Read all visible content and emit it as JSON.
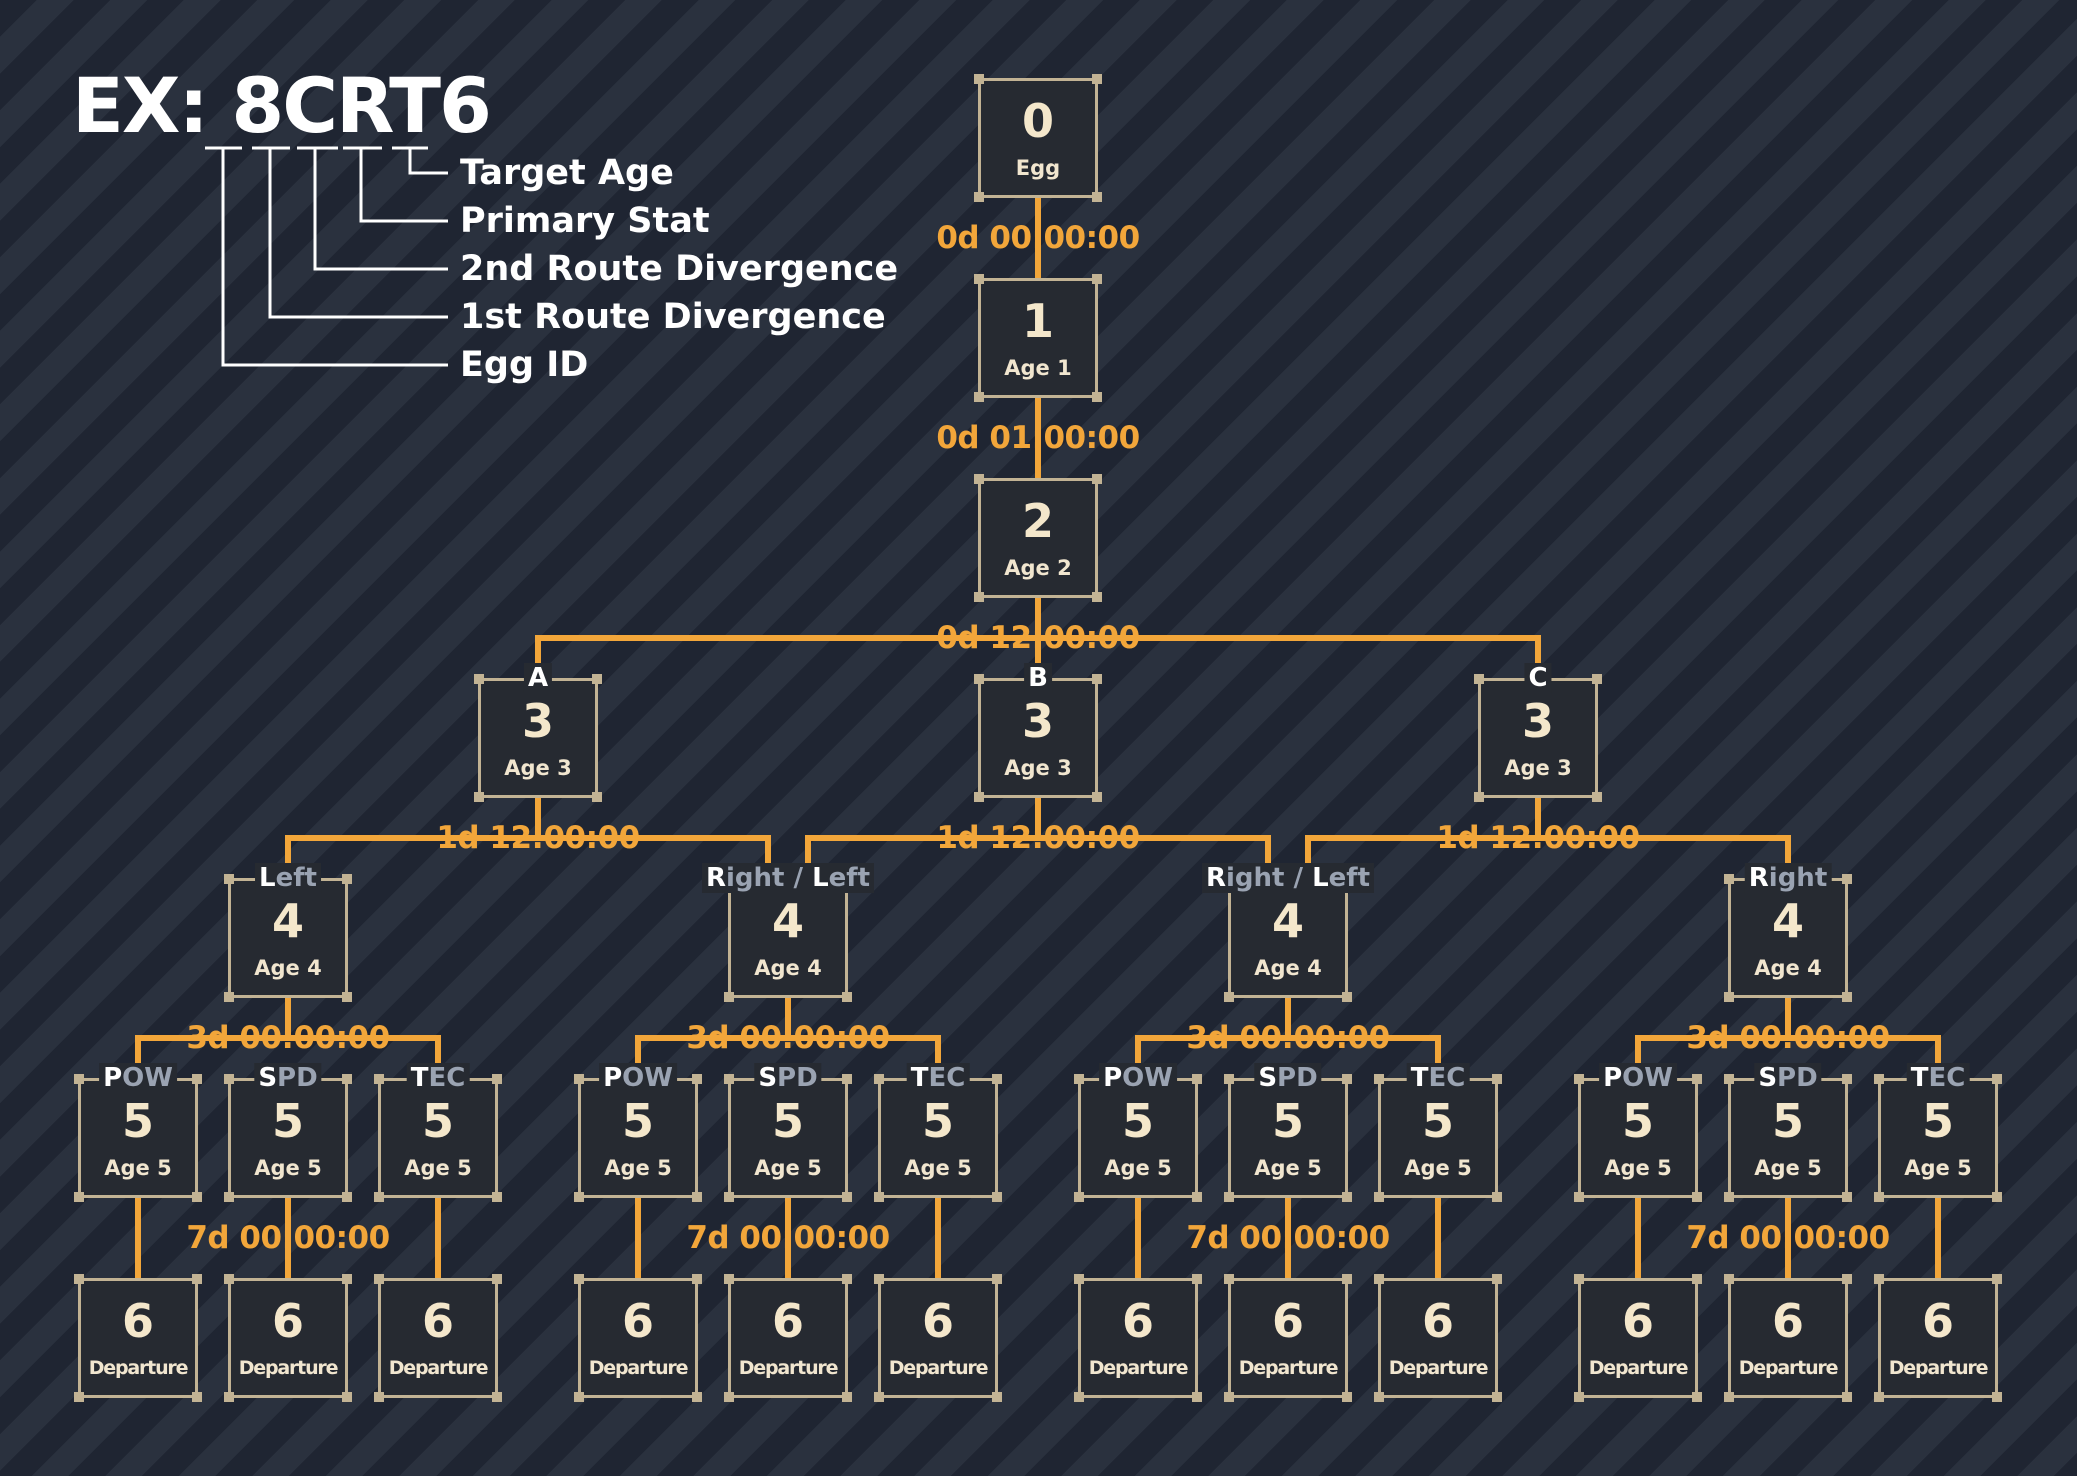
{
  "example": {
    "prefix": "EX:",
    "code": "8CRT6",
    "legend": [
      "Target Age",
      "Primary Stat",
      "2nd Route Divergence",
      "1st Route Divergence",
      "Egg ID"
    ]
  },
  "colors": {
    "line": "#f2a63a",
    "node_border": "#c2b394",
    "node_fill": "#262a31",
    "text": "#f4e7cb"
  },
  "stages": {
    "s0": {
      "number": "0",
      "label": "Egg"
    },
    "s1": {
      "number": "1",
      "label": "Age 1"
    },
    "s2": {
      "number": "2",
      "label": "Age 2"
    },
    "s3": {
      "number": "3",
      "label": "Age 3"
    },
    "s4": {
      "number": "4",
      "label": "Age 4"
    },
    "s5": {
      "number": "5",
      "label": "Age 5"
    },
    "s6": {
      "number": "6",
      "label": "Departure"
    }
  },
  "timers": {
    "t01": "0d 00:00:00",
    "t12": "0d 01:00:00",
    "t23": "0d 12:00:00",
    "t34": "1d 12:00:00",
    "t45": "3d 00:00:00",
    "t56": "7d 00:00:00"
  },
  "routes1": [
    {
      "key": "A",
      "rest": ""
    },
    {
      "key": "B",
      "rest": ""
    },
    {
      "key": "C",
      "rest": ""
    }
  ],
  "routes2": [
    [
      {
        "key": "L",
        "rest": "eft"
      }
    ],
    [
      {
        "key": "R",
        "rest": "ight"
      },
      {
        "key": "L",
        "rest": "eft"
      }
    ],
    [
      {
        "key": "R",
        "rest": "ight"
      },
      {
        "key": "L",
        "rest": "eft"
      }
    ],
    [
      {
        "key": "R",
        "rest": "ight"
      }
    ]
  ],
  "routes2_separator": " / ",
  "stats": [
    {
      "key": "P",
      "rest": "OW"
    },
    {
      "key": "S",
      "rest": "PD"
    },
    {
      "key": "T",
      "rest": "EC"
    }
  ]
}
